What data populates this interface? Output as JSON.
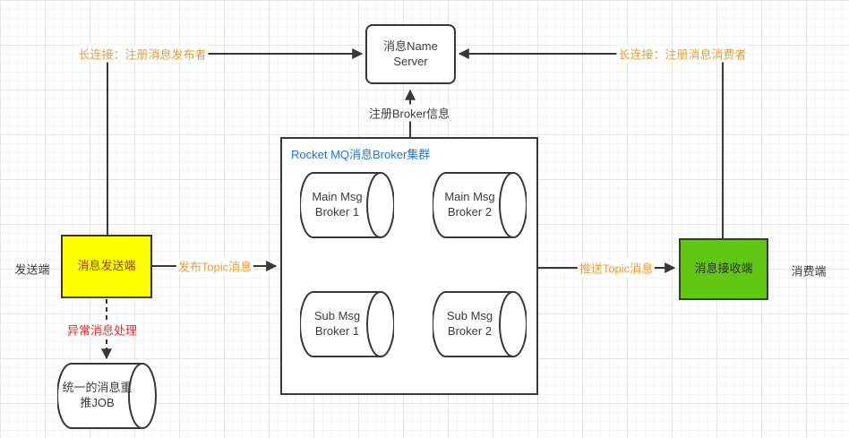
{
  "colors": {
    "orange": "#ED9C31",
    "red": "#E62E2E",
    "blue": "#1E78D2",
    "yellow_fill": "#FFFF00",
    "green_fill": "#60C715",
    "sender_text": "#993333",
    "stroke": "#383838"
  },
  "nodes": {
    "name_server": {
      "label": "消息Name Server"
    },
    "sender": {
      "label": "消息发送端"
    },
    "receiver": {
      "label": "消息接收端"
    },
    "retry_job": {
      "label": "统一的消息重推JOB"
    },
    "cluster": {
      "title": "Rocket MQ消息Broker集群",
      "main_broker_1": "Main Msg Broker 1",
      "main_broker_2": "Main Msg Broker 2",
      "sub_broker_1": "Sub Msg Broker 1",
      "sub_broker_2": "Sub Msg Broker 2"
    }
  },
  "side_labels": {
    "sender_side": "发送端",
    "consumer_side": "消费端"
  },
  "edges": {
    "register_publisher": "长连接：注册消息发布者",
    "register_consumer": "长连接：注册消息消费者",
    "register_broker": "注册Broker信息",
    "publish_topic": "发布Topic消息",
    "push_topic": "推送Topic消息",
    "error_handling": "异常消息处理"
  }
}
